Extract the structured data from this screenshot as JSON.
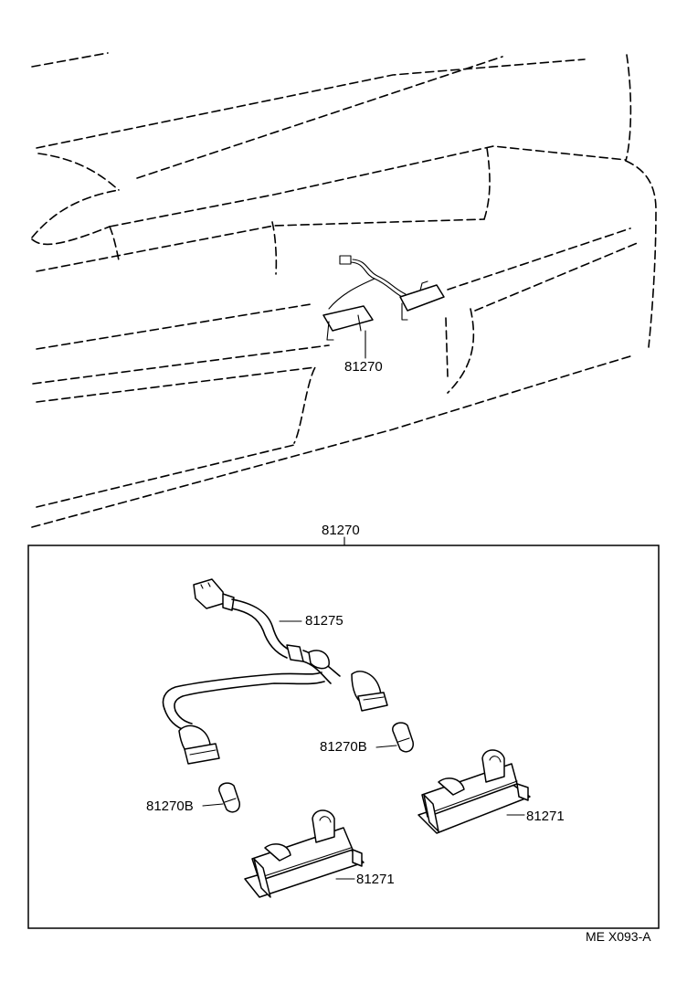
{
  "labels": {
    "assembly_overview": "81270",
    "assembly_detail": "81270",
    "wire_harness": "81275",
    "bulb_right": "81270B",
    "bulb_left": "81270B",
    "lamp_right": "81271",
    "lamp_left": "81271"
  },
  "drawing_code": "ME X093-A"
}
